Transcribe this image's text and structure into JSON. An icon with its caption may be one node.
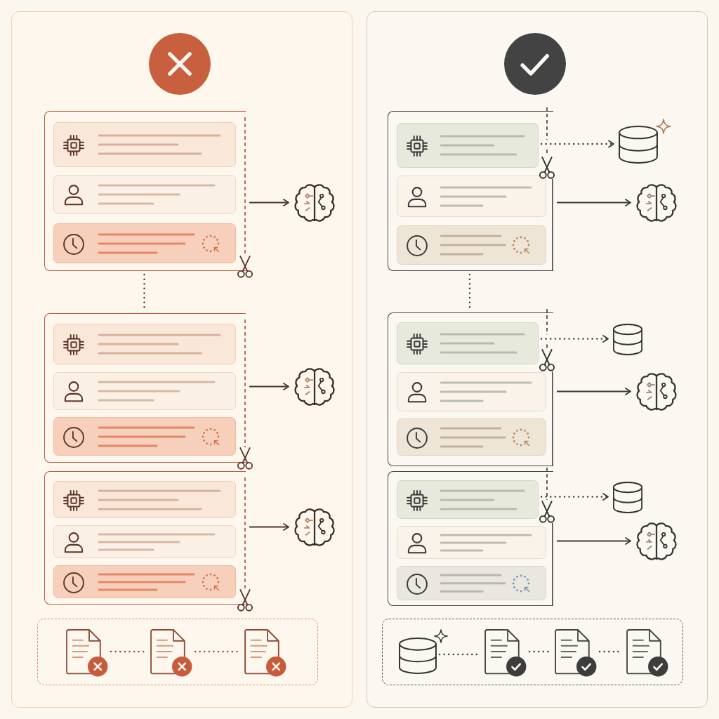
{
  "diagram": {
    "nodes": [
      {
        "text": [],
        "shape": "box"
      },
      {
        "text": [],
        "shape": "box",
        "in": 0
      },
      {
        "text": [],
        "shape": "box",
        "in": 1
      },
      {
        "text": [],
        "shape": "box",
        "in": 1
      },
      {
        "text": [],
        "shape": "box",
        "in": 1
      },
      {
        "text": [],
        "shape": "picture",
        "in": 0
      },
      {
        "text": [],
        "shape": "box",
        "in": 0
      },
      {
        "text": [],
        "shape": "box",
        "in": 6
      },
      {
        "text": [],
        "shape": "box",
        "in": 6
      },
      {
        "text": [],
        "shape": "box",
        "in": 6
      },
      {
        "text": [],
        "shape": "picture",
        "in": 0
      },
      {
        "text": [],
        "shape": "box",
        "in": 0
      },
      {
        "text": [],
        "shape": "box",
        "in": 11
      },
      {
        "text": [],
        "shape": "box",
        "in": 11
      },
      {
        "text": [],
        "shape": "box",
        "in": 11
      },
      {
        "text": [],
        "shape": "picture",
        "in": 0
      },
      {
        "text": [],
        "shape": "box",
        "in": 0
      },
      {
        "text": [],
        "shape": "document",
        "in": 16
      },
      {
        "text": [],
        "shape": "document",
        "in": 16
      },
      {
        "text": [],
        "shape": "document",
        "in": 16
      },
      {
        "text": [],
        "shape": "box"
      },
      {
        "text": [],
        "shape": "box",
        "in": 20
      },
      {
        "text": [],
        "shape": "box",
        "in": 21
      },
      {
        "text": [],
        "shape": "box",
        "in": 21
      },
      {
        "text": [],
        "shape": "box",
        "in": 21
      },
      {
        "text": [],
        "shape": "cylinder",
        "in": 20
      },
      {
        "text": [],
        "shape": "picture",
        "in": 20
      },
      {
        "text": [],
        "shape": "box",
        "in": 20
      },
      {
        "text": [],
        "shape": "box",
        "in": 27
      },
      {
        "text": [],
        "shape": "box",
        "in": 27
      },
      {
        "text": [],
        "shape": "box",
        "in": 27
      },
      {
        "text": [],
        "shape": "cylinder",
        "in": 20
      },
      {
        "text": [],
        "shape": "picture",
        "in": 20
      },
      {
        "text": [],
        "shape": "box",
        "in": 20
      },
      {
        "text": [],
        "shape": "box",
        "in": 33
      },
      {
        "text": [],
        "shape": "box",
        "in": 33
      },
      {
        "text": [],
        "shape": "box",
        "in": 33
      },
      {
        "text": [],
        "shape": "cylinder",
        "in": 20
      },
      {
        "text": [],
        "shape": "picture",
        "in": 20
      },
      {
        "text": [],
        "shape": "box",
        "in": 20
      },
      {
        "text": [],
        "shape": "cylinder",
        "in": 39
      },
      {
        "text": [],
        "shape": "document",
        "in": 39
      },
      {
        "text": [],
        "shape": "document",
        "in": 39
      },
      {
        "text": [],
        "shape": "document",
        "in": 39
      }
    ],
    "edges": [
      {
        "from": 1,
        "to": 5,
        "arrow": "to",
        "color": "#4e342c"
      },
      {
        "from": 1,
        "to": 6,
        "arrow": "none",
        "style": "dashed",
        "color": "#4e342c"
      },
      {
        "from": 6,
        "to": 10,
        "arrow": "to",
        "color": "#4e342c"
      },
      {
        "from": 11,
        "to": 15,
        "arrow": "to",
        "color": "#4e342c"
      },
      {
        "from": 17,
        "to": 18,
        "arrow": "none",
        "style": "dashed",
        "color": "#8e4b37"
      },
      {
        "from": 18,
        "to": 19,
        "arrow": "none",
        "style": "dashed",
        "color": "#8e4b37"
      },
      {
        "from": 22,
        "to": 25,
        "arrow": "to",
        "style": "dashed"
      },
      {
        "from": 21,
        "to": 26,
        "arrow": "to"
      },
      {
        "from": 21,
        "to": 27,
        "arrow": "none",
        "style": "dashed"
      },
      {
        "from": 28,
        "to": 31,
        "arrow": "to",
        "style": "dashed"
      },
      {
        "from": 27,
        "to": 32,
        "arrow": "to"
      },
      {
        "from": 34,
        "to": 37,
        "arrow": "to",
        "style": "dashed"
      },
      {
        "from": 33,
        "to": 38,
        "arrow": "to"
      },
      {
        "from": 40,
        "to": 41,
        "arrow": "none",
        "style": "dashed"
      },
      {
        "from": 41,
        "to": 42,
        "arrow": "none",
        "style": "dashed"
      },
      {
        "from": 42,
        "to": 43,
        "arrow": "none",
        "style": "dashed"
      }
    ]
  }
}
